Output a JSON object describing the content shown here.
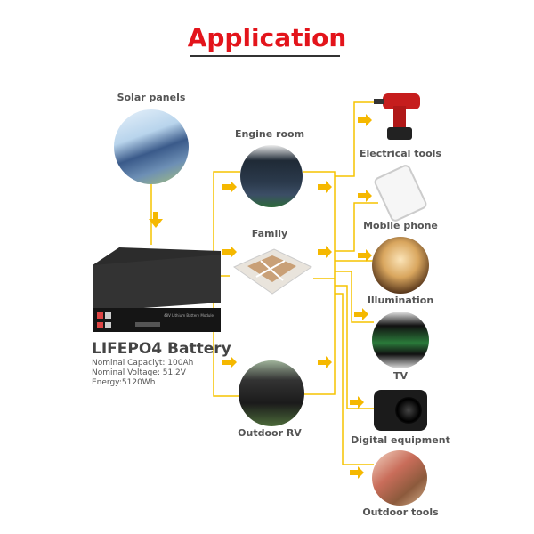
{
  "title": "Application",
  "source": {
    "label": "Solar panels"
  },
  "battery": {
    "title": "LIFEPO4 Battery",
    "specs": [
      "Nominal Capaciyt: 100Ah",
      "Nominal Voltage: 51.2V",
      "Energy:5120Wh"
    ],
    "module_text": "48V Lithium Battery Module"
  },
  "middle": [
    "Engine room",
    "Family",
    "Outdoor RV"
  ],
  "devices": [
    "Electrical tools",
    "Mobile phone",
    "Illumination",
    "TV",
    "Digital equipment",
    "Outdoor tools"
  ],
  "colors": {
    "title": "#e3141b",
    "line": "#f5b800"
  }
}
